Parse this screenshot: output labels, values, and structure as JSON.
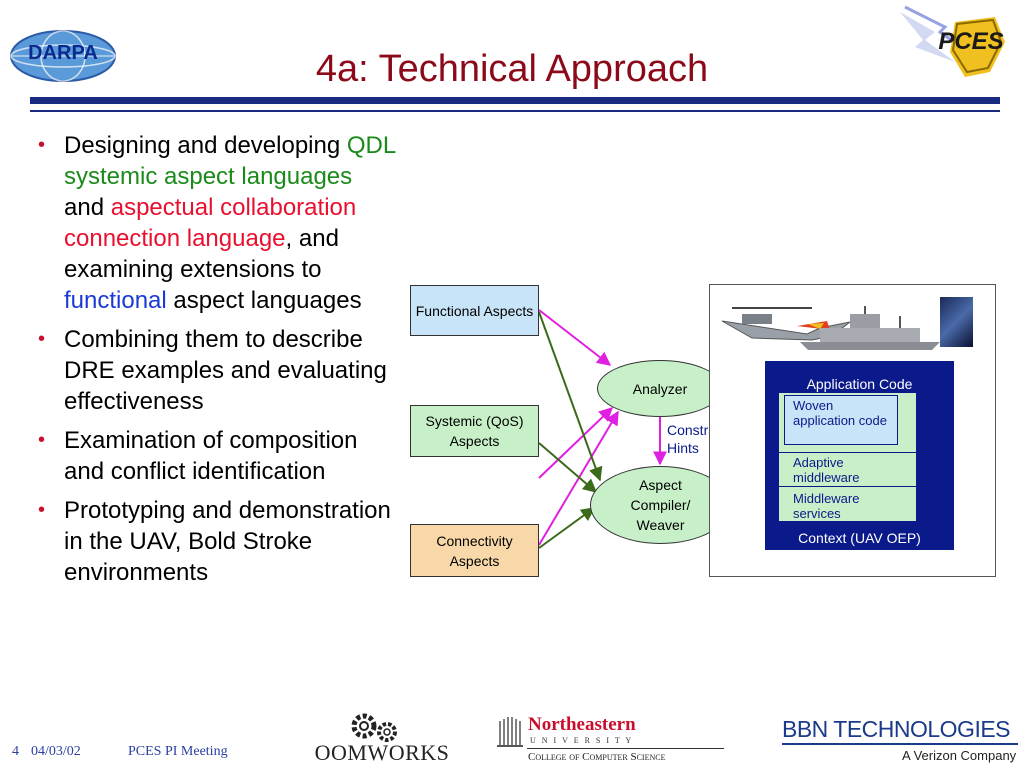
{
  "title": "4a: Technical Approach",
  "darpa_logo": "DARPA",
  "pces_logo": "PCES",
  "bullets": [
    {
      "parts": [
        {
          "text": "Designing and developing ",
          "style": "black"
        },
        {
          "text": "QDL systemic aspect languages",
          "style": "green"
        },
        {
          "text": " and ",
          "style": "black"
        },
        {
          "text": "aspectual collaboration connection language",
          "style": "red"
        },
        {
          "text": ", and examining extensions to ",
          "style": "black"
        },
        {
          "text": "functional",
          "style": "blue"
        },
        {
          "text": " aspect languages",
          "style": "black"
        }
      ]
    },
    {
      "parts": [
        {
          "text": "Combining them to describe DRE examples and evaluating effectiveness",
          "style": "black"
        }
      ]
    },
    {
      "parts": [
        {
          "text": "Examination of composition and conflict identification",
          "style": "black"
        }
      ]
    },
    {
      "parts": [
        {
          "text": "Prototyping and demonstration in the UAV, Bold Stroke environments",
          "style": "black"
        }
      ]
    }
  ],
  "diagram": {
    "functional": "Functional Aspects",
    "systemic": "Systemic (QoS) Aspects",
    "connectivity": "Connectivity Aspects",
    "analyzer": "Analyzer",
    "compiler": "Aspect Compiler/ Weaver",
    "constraints": "Constraints, Hints",
    "app_code": "Application Code",
    "woven": "Woven application code",
    "adaptive": "Adaptive middleware",
    "middleware": "Middleware services",
    "context": "Context (UAV OEP)",
    "colors": {
      "functional": "#c8e4f8",
      "systemic": "#c8f0c8",
      "connectivity": "#f8d8a8",
      "navy": "#0a1a8a",
      "magenta": "#e020e0",
      "olive": "#3a6a1a"
    }
  },
  "footer": {
    "slide_number": "4",
    "date": "04/03/02",
    "meeting": "PCES PI Meeting",
    "oomworks": "OOMWORKS",
    "northeastern": "Northeastern",
    "university": "U N I V E R S I T Y",
    "college": "College of Computer Science",
    "bbn": "BBN TECHNOLOGIES",
    "verizon": "A Verizon Company"
  }
}
